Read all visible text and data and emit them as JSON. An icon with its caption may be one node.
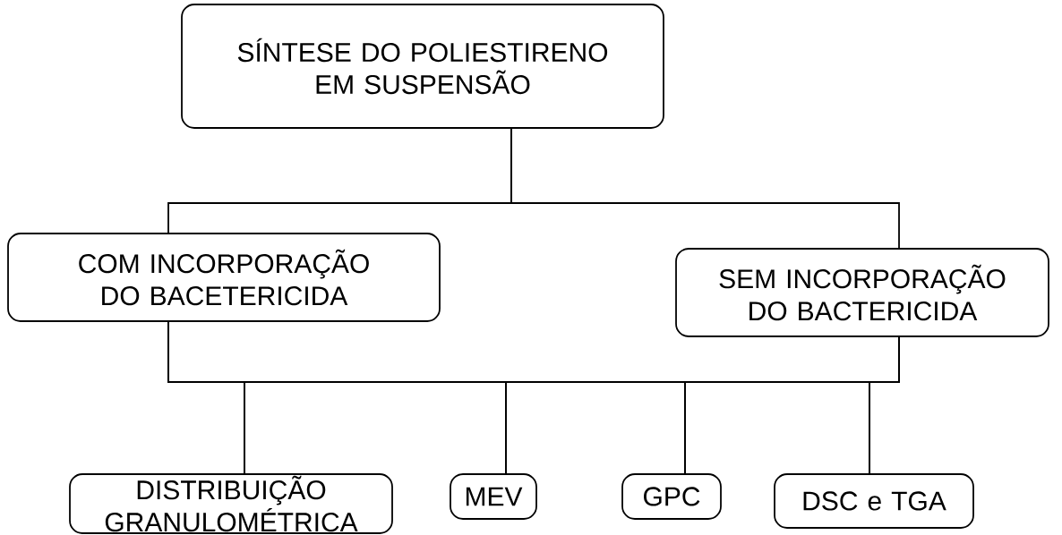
{
  "diagram": {
    "nodes": [
      {
        "text": [
          "SÍNTESE DO POLIESTIRENO EM SUSPENSÃO"
        ]
      },
      {
        "text": [
          "COM INCORPORAÇÃO DO BACETERICIDA"
        ]
      },
      {
        "text": [
          "SEM INCORPORAÇÃO DO BACTERICIDA"
        ]
      },
      {
        "text": [
          "DISTRIBUIÇÃO GRANULOMÉTRICA"
        ]
      },
      {
        "text": [
          "MEV"
        ]
      },
      {
        "text": [
          "GPC"
        ]
      },
      {
        "text": [
          "DSC e TGA"
        ]
      }
    ],
    "edges": [
      {
        "from": 0,
        "to": 1,
        "arrow": "none"
      },
      {
        "from": 0,
        "to": 2,
        "arrow": "none"
      },
      {
        "from": 1,
        "to": 3,
        "arrow": "none"
      },
      {
        "from": 1,
        "to": 4,
        "arrow": "none"
      },
      {
        "from": 1,
        "to": 5,
        "arrow": "none"
      },
      {
        "from": 1,
        "to": 6,
        "arrow": "none"
      },
      {
        "from": 2,
        "to": 3,
        "arrow": "none"
      },
      {
        "from": 2,
        "to": 4,
        "arrow": "none"
      },
      {
        "from": 2,
        "to": 5,
        "arrow": "none"
      },
      {
        "from": 2,
        "to": 6,
        "arrow": "none"
      }
    ]
  }
}
